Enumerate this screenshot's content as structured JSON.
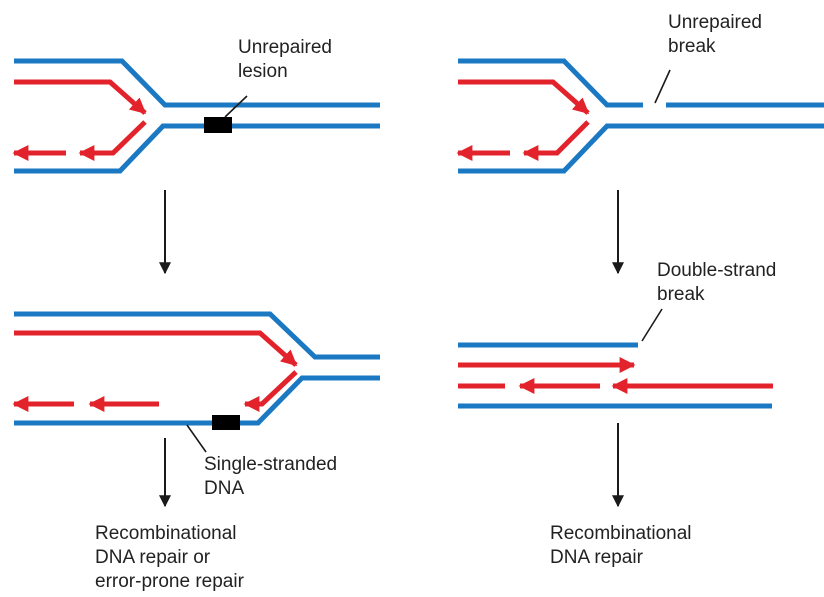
{
  "colors": {
    "parental_strand": "#1b78c2",
    "new_strand": "#e3232b",
    "lesion": "#000000",
    "arrow": "#1a1a1a",
    "leader": "#1a1a1a",
    "text": "#222222"
  },
  "labels": {
    "unrepaired_lesion": [
      "Unrepaired",
      "lesion"
    ],
    "unrepaired_break": [
      "Unrepaired",
      "break"
    ],
    "single_stranded_dna": [
      "Single-stranded",
      "DNA"
    ],
    "double_strand_break": [
      "Double-strand",
      "break"
    ],
    "outcome_left": [
      "Recombinational",
      "DNA repair or",
      "error-prone repair"
    ],
    "outcome_right": [
      "Recombinational",
      "DNA repair"
    ]
  }
}
